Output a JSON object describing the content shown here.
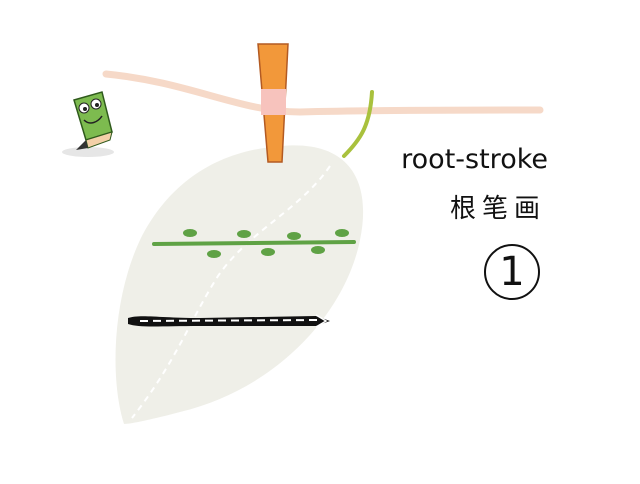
{
  "title_en": "root-stroke",
  "title_zh": "根笔画",
  "step_number": "1",
  "icons": {
    "mascot": "pencil-mascot-icon",
    "clip": "clothespin-icon",
    "leaf": "leaf-icon",
    "vine": "vine-stroke-icon",
    "brush": "brush-stroke-icon"
  },
  "colors": {
    "line": "#f6d9c8",
    "leaf": "#efefe8",
    "stem": "#a9c13d",
    "clip_orange": "#f2983a",
    "clip_pink": "#f7c3bd",
    "vine": "#5fa245",
    "brush": "#111111"
  }
}
